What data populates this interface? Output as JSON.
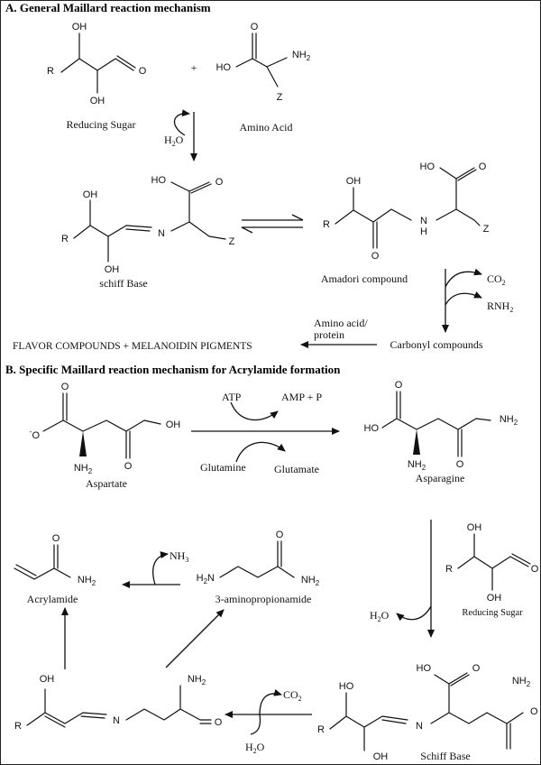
{
  "section_a": {
    "title": "A. General Maillard reaction mechanism",
    "plus": "+",
    "reducing_sugar": "Reducing Sugar",
    "amino_acid": "Amino Acid",
    "water": "H",
    "water_sub": "2",
    "water_o": "O",
    "schiff_base": "schiff Base",
    "amadori": "Amadori compound",
    "co2": "CO",
    "co2_sub": "2",
    "rnh2": "RNH",
    "rnh2_sub": "2",
    "carbonyl": "Carbonyl compounds",
    "amino_acid_protein_1": "Amino acid/",
    "amino_acid_protein_2": "protein",
    "flavor": "FLAVOR COMPOUNDS + MELANOIDIN PIGMENTS"
  },
  "section_b": {
    "title": "B. Specific Maillard reaction mechanism for Acrylamide formation",
    "aspartate": "Aspartate",
    "atp": "ATP",
    "amp": "AMP + P",
    "glutamine": "Glutamine",
    "glutamate": "Glutamate",
    "asparagine": "Asparagine",
    "reducing_sugar": "Reducing Sugar",
    "water": "H",
    "water_sub": "2",
    "water_o": "O",
    "schiff_base": "Schiff Base",
    "co2": "CO",
    "co2_sub": "2",
    "aminopropionamide": "3-aminopropionamide",
    "nh3": "NH",
    "nh3_sub": "3",
    "acrylamide": "Acrylamide"
  },
  "atoms": {
    "oh": "OH",
    "ho": "HO",
    "o": "O",
    "r": "R",
    "z": "Z",
    "nh2": "NH",
    "nh2_sub": "2",
    "n": "N",
    "h": "H",
    "h2n": "H",
    "h2n_sub": "2",
    "h2n_n": "N",
    "o_minus": "O",
    "minus": "-"
  }
}
